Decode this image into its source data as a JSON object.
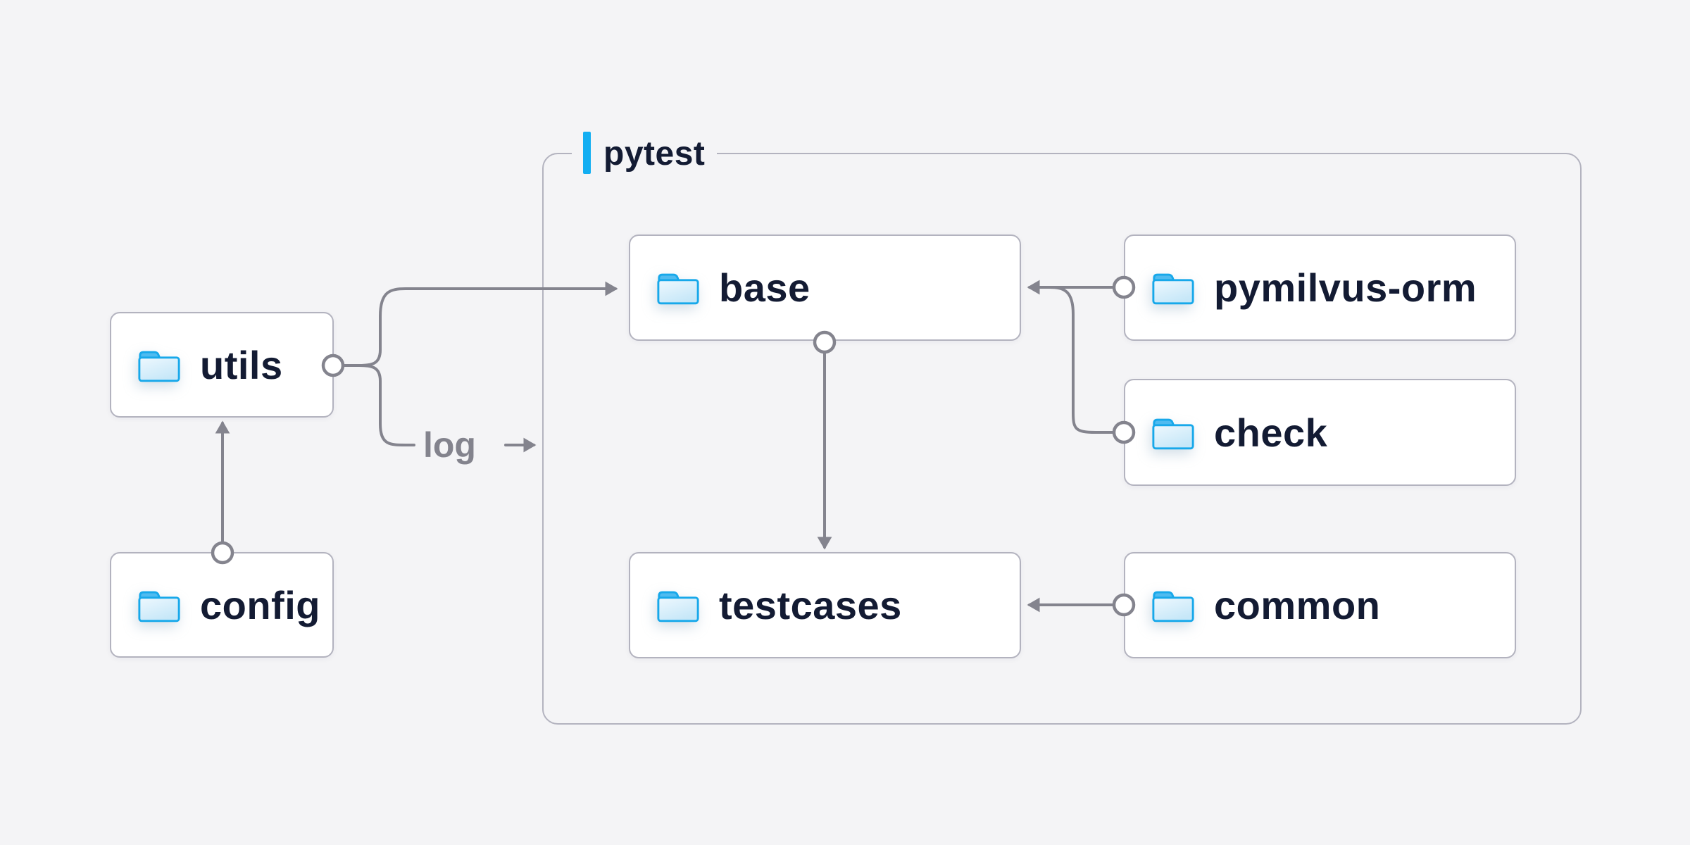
{
  "container": {
    "label": "pytest"
  },
  "nodes": {
    "utils": {
      "label": "utils",
      "icon": "folder-icon"
    },
    "config": {
      "label": "config",
      "icon": "folder-icon"
    },
    "base": {
      "label": "base",
      "icon": "folder-icon"
    },
    "testcases": {
      "label": "testcases",
      "icon": "folder-icon"
    },
    "pymilvus_orm": {
      "label": "pymilvus-orm",
      "icon": "folder-icon"
    },
    "check": {
      "label": "check",
      "icon": "folder-icon"
    },
    "common": {
      "label": "common",
      "icon": "folder-icon"
    }
  },
  "edges": {
    "log_label": "log",
    "relations": [
      {
        "from": "config",
        "to": "utils"
      },
      {
        "from": "utils",
        "to": "base"
      },
      {
        "from": "utils",
        "to": "log"
      },
      {
        "from": "base",
        "to": "testcases"
      },
      {
        "from": "pymilvus-orm",
        "to": "base"
      },
      {
        "from": "check",
        "to": "base"
      },
      {
        "from": "common",
        "to": "testcases"
      }
    ]
  },
  "colors": {
    "background": "#f4f4f6",
    "node_background": "#ffffff",
    "border": "#b3b3bf",
    "connector": "#84848e",
    "accent_bar": "#12aef2",
    "label_text": "#131b33",
    "log_text": "#83838d",
    "folder_stroke": "#17a8ea",
    "folder_tab": "#4fbbf0"
  }
}
